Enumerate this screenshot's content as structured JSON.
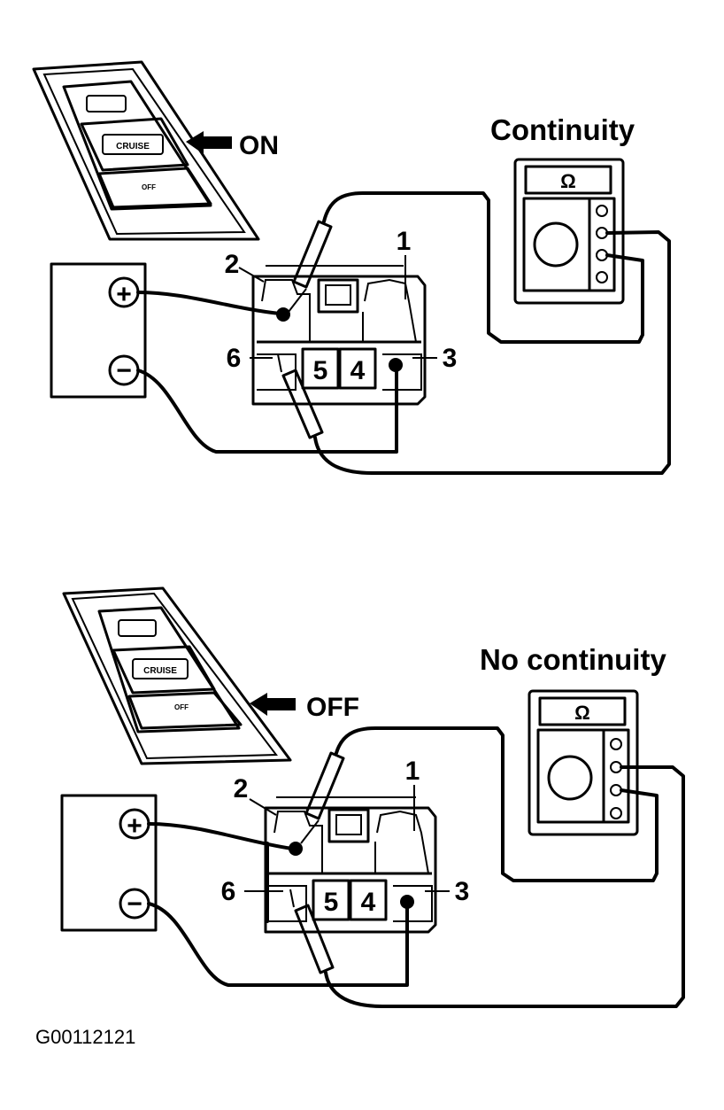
{
  "figure_id": "G00112121",
  "colors": {
    "ink": "#000000",
    "paper": "#ffffff"
  },
  "panels": [
    {
      "state_label": "ON",
      "meter_result": "Continuity",
      "meter_symbol": "Ω",
      "switch_buttons": {
        "top": "CRUISE",
        "bottom": "OFF"
      },
      "terminals": {
        "t1": "1",
        "t2": "2",
        "t3": "3",
        "t4": "4",
        "t5": "5",
        "t6": "6"
      },
      "battery": {
        "positive": "+",
        "negative": "−"
      }
    },
    {
      "state_label": "OFF",
      "meter_result": "No continuity",
      "meter_symbol": "Ω",
      "switch_buttons": {
        "top": "CRUISE",
        "bottom": "OFF"
      },
      "terminals": {
        "t1": "1",
        "t2": "2",
        "t3": "3",
        "t4": "4",
        "t5": "5",
        "t6": "6"
      },
      "battery": {
        "positive": "+",
        "negative": "−"
      }
    }
  ]
}
